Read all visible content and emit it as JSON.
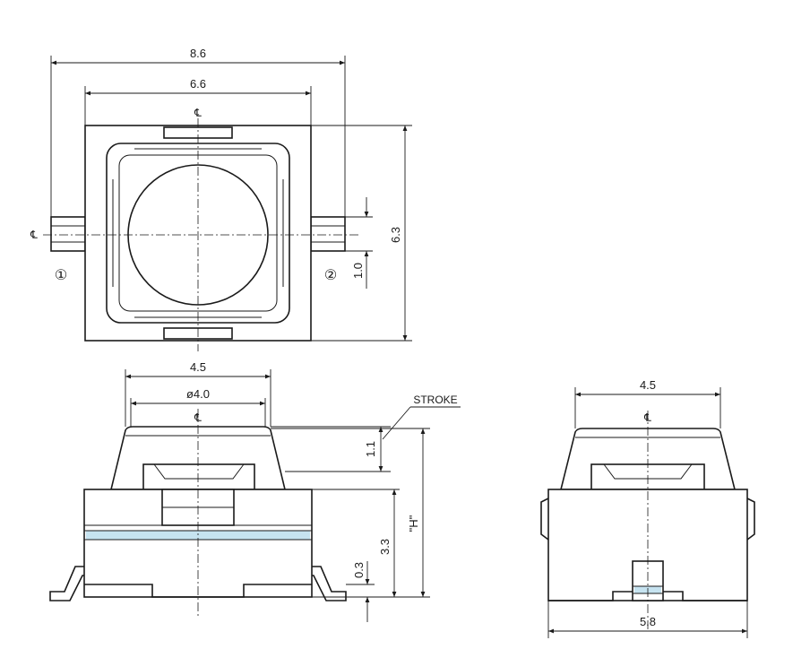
{
  "top_view": {
    "width_overall": "8.6",
    "width_body": "6.6",
    "height_body": "6.3",
    "terminal_width": "1.0",
    "centerline_symbol": "℄",
    "terminal_1": "①",
    "terminal_2": "②"
  },
  "front_view": {
    "actuator_width": "4.5",
    "actuator_diameter": "ø4.0",
    "stroke_label": "STROKE",
    "stroke_value": "1.1",
    "body_height": "3.3",
    "overall_height": "\"H\"",
    "base_height": "0.3",
    "centerline_symbol": "℄"
  },
  "side_view": {
    "actuator_width": "4.5",
    "body_width": "5.8",
    "centerline_symbol": "℄"
  }
}
